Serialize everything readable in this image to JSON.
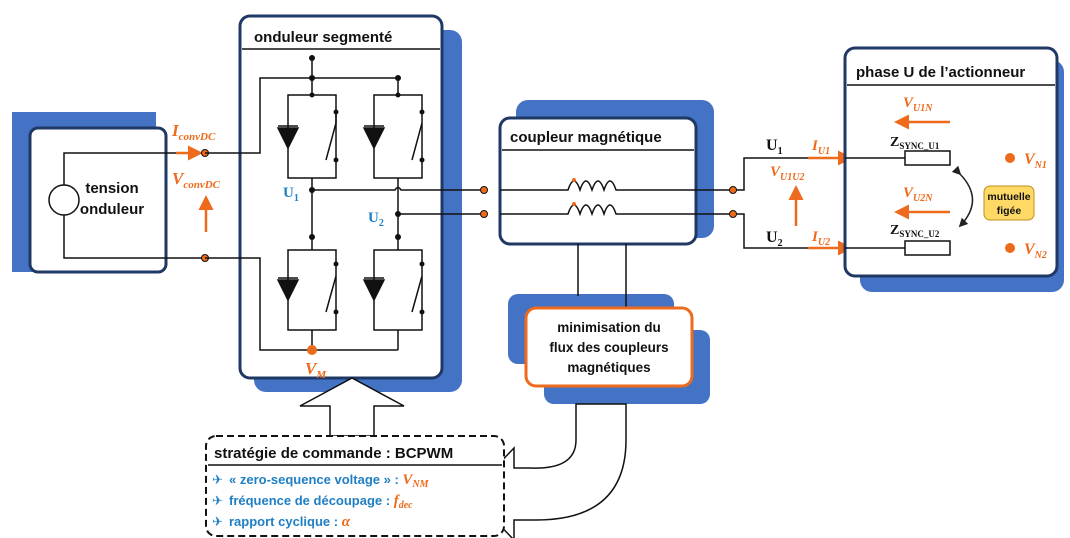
{
  "colors": {
    "shadow": "#4472c4",
    "frame": "#203864",
    "accent": "#ee6a1c",
    "blue_text": "#1f7fc4",
    "mutual_fill": "#ffd966"
  },
  "source": {
    "line1": "tension",
    "line2": "onduleur"
  },
  "dc": {
    "i_main": "I",
    "i_sub": "convDC",
    "v_main": "V",
    "v_sub": "convDC"
  },
  "inverter": {
    "title": "onduleur segmenté",
    "u1_main": "U",
    "u1_sub": "1",
    "u2_main": "U",
    "u2_sub": "2",
    "vm_main": "V",
    "vm_sub": "M"
  },
  "coupler": {
    "title": "coupleur magnétique"
  },
  "outputs": {
    "u1_main": "U",
    "u1_sub": "1",
    "u2_main": "U",
    "u2_sub": "2",
    "iu1_main": "I",
    "iu1_sub": "U1",
    "iu2_main": "I",
    "iu2_sub": "U2",
    "vu1u2_main": "V",
    "vu1u2_sub": "U1U2"
  },
  "phase": {
    "title": "phase U de l’actionneur",
    "vu1n_main": "V",
    "vu1n_sub": "U1N",
    "vu2n_main": "V",
    "vu2n_sub": "U2N",
    "z1_main": "Z",
    "z1_sub": "SYNC_U1",
    "z2_main": "Z",
    "z2_sub": "SYNC_U2",
    "vn1_main": "V",
    "vn1_sub": "N1",
    "vn2_main": "V",
    "vn2_sub": "N2",
    "mutual_line1": "mutuelle",
    "mutual_line2": "figée"
  },
  "minimisation": {
    "line1": "minimisation du",
    "line2": "flux des coupleurs",
    "line3": "magnétiques"
  },
  "strategy": {
    "title": "stratégie de commande : BCPWM",
    "item1_label": "« zero-sequence voltage » : ",
    "item1_var_main": "V",
    "item1_var_sub": "NM",
    "item2_label": "fréquence de découpage : ",
    "item2_var_main": "f",
    "item2_var_sub": "dec",
    "item3_label": "rapport cyclique : ",
    "item3_var": "α",
    "bullet_icon": "airplane-icon"
  }
}
